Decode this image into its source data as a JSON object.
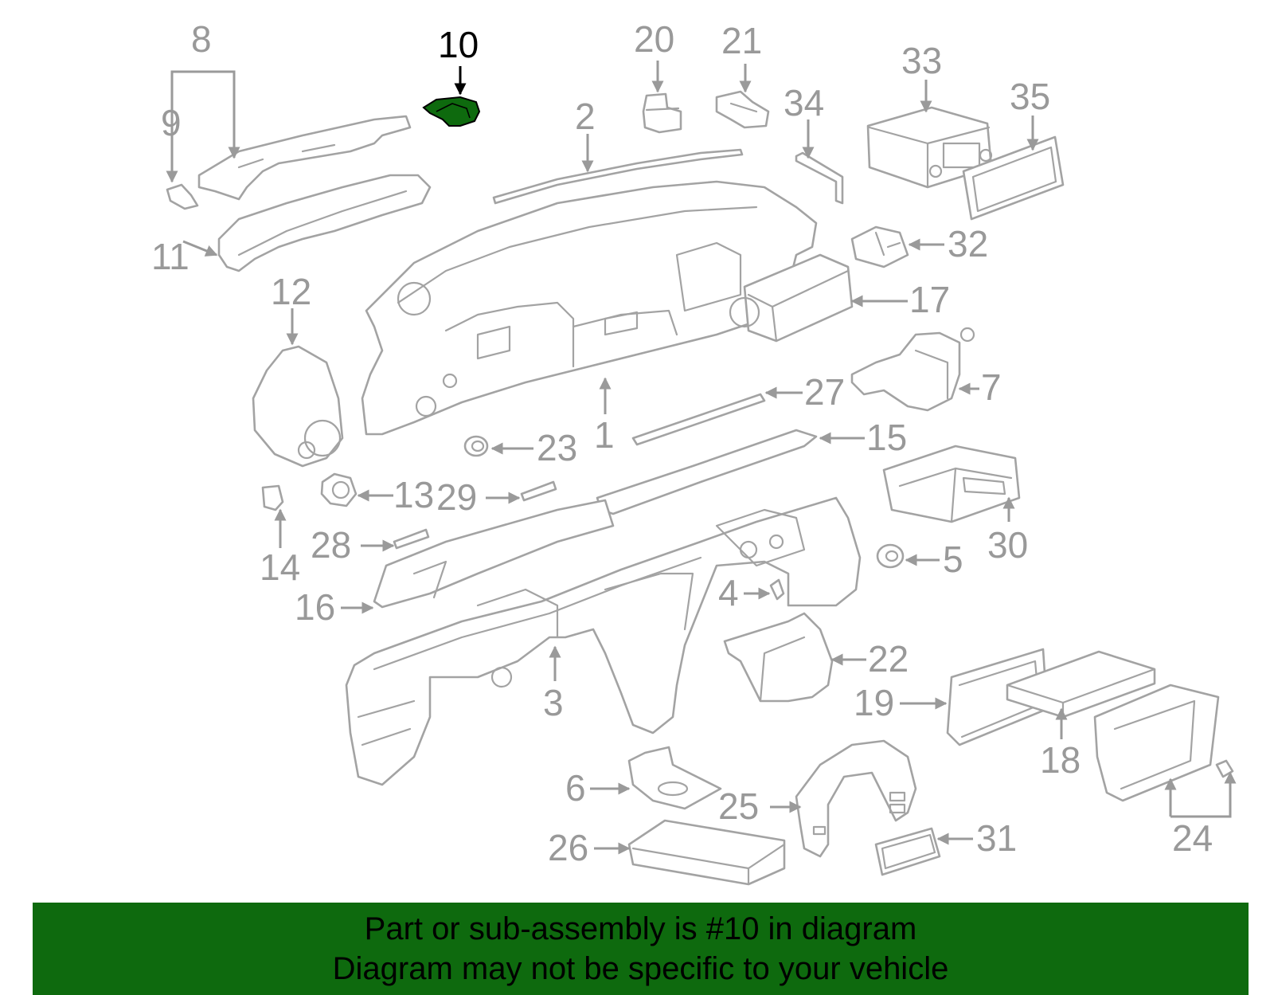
{
  "colors": {
    "highlight": "#0e6a0e",
    "part_stroke": "#a3a3a3",
    "label": "#999999",
    "highlight_label": "#000000"
  },
  "highlighted_part": "10",
  "callouts": {
    "c1": "1",
    "c2": "2",
    "c3": "3",
    "c4": "4",
    "c5": "5",
    "c6": "6",
    "c7": "7",
    "c8": "8",
    "c9": "9",
    "c10": "10",
    "c11": "11",
    "c12": "12",
    "c13": "13",
    "c14": "14",
    "c15": "15",
    "c16": "16",
    "c17": "17",
    "c18": "18",
    "c19": "19",
    "c20": "20",
    "c21": "21",
    "c22": "22",
    "c23": "23",
    "c24": "24",
    "c25": "25",
    "c26": "26",
    "c27": "27",
    "c28": "28",
    "c29": "29",
    "c30": "30",
    "c31": "31",
    "c32": "32",
    "c33": "33",
    "c34": "34",
    "c35": "35"
  },
  "banner": {
    "line1": "Part or sub-assembly is #10 in diagram",
    "line2": "Diagram may not be specific to your vehicle"
  }
}
